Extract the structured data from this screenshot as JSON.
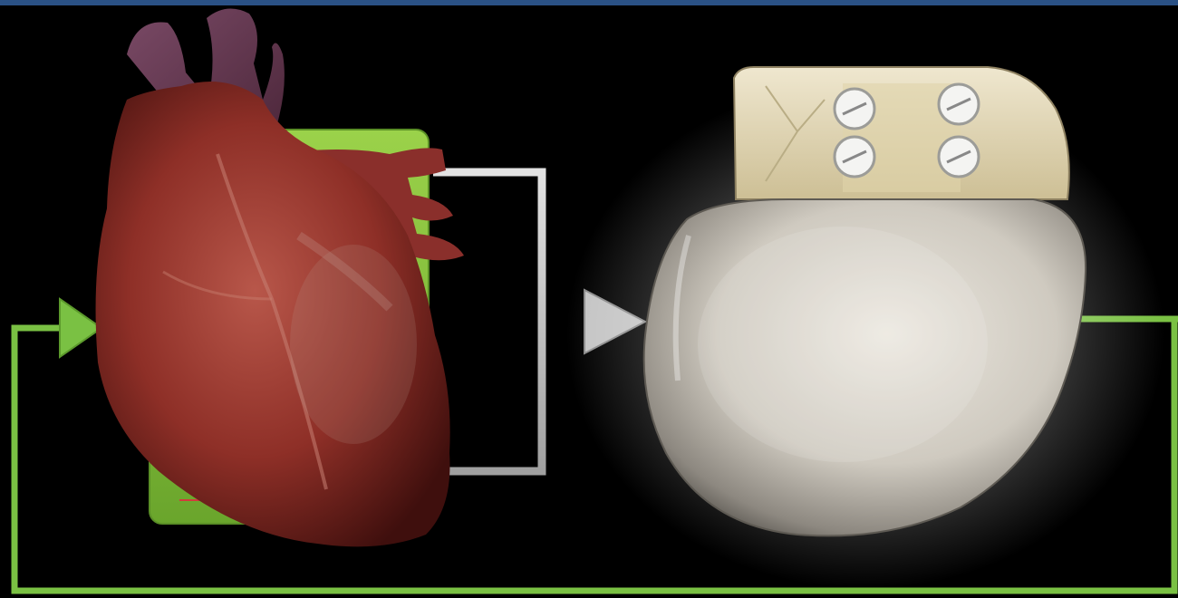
{
  "diagram": {
    "background_color": "#000000",
    "top_band_color": "#2a5185",
    "feedback_loop_color": "#7ac143",
    "connector_color": "#c4c4c4",
    "ecg_trace_color": "#d23c3c",
    "elements": {
      "heart": {
        "icon": "anatomical-heart",
        "color": "#a8382e"
      },
      "ecg_panel": {
        "icon": "ecg-waveform",
        "color": "#8ac63e"
      },
      "pacemaker": {
        "icon": "pacemaker-device",
        "color": "#cfcac0"
      }
    }
  }
}
